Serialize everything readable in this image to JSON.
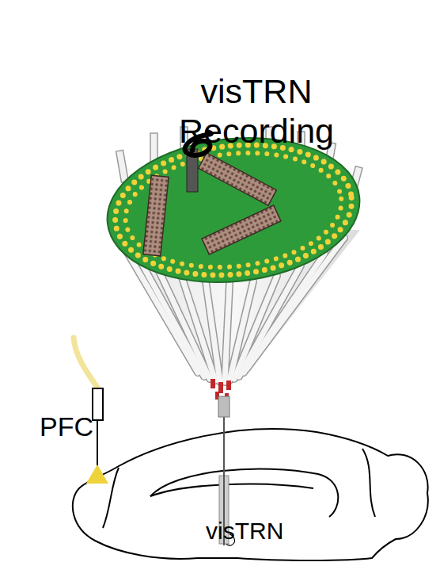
{
  "diagram": {
    "labels": [
      "visTRN Recording",
      "PFC",
      "visTRN"
    ]
  }
}
